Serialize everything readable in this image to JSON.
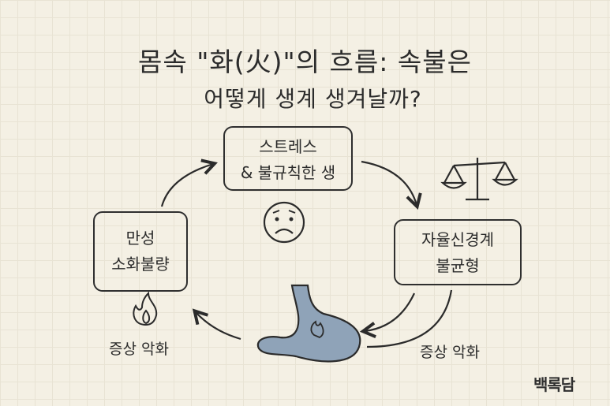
{
  "title": {
    "line1": "몸속 \"화(火)\"의 흐름: 속불은",
    "line2": "어떻게 생계 생겨날까?"
  },
  "nodes": {
    "stress": {
      "line1": "스트레스",
      "line2": "& 불규칙한 생"
    },
    "autonomic": {
      "line1": "자율신경계",
      "line2": "불균형"
    },
    "indigestion": {
      "line1": "만성",
      "line2": "소화불량"
    }
  },
  "labels": {
    "worsen_left": "증상 악화",
    "worsen_right": "증상 악화"
  },
  "logo": "백록담",
  "colors": {
    "stomach": "#8fa3b8",
    "ink": "#2b2b2b",
    "background": "#f4f0e4"
  }
}
